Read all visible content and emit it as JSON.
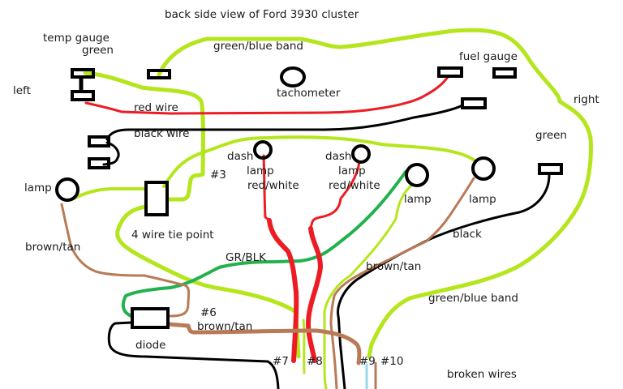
{
  "title": "back side view of Ford 3930 cluster",
  "colors": {
    "lime_green": "#b5e61d",
    "green": "#22b14c",
    "red": "#ed1c24",
    "brown": "#b97a57",
    "black": "#000000",
    "light_blue": "#99d9ea"
  },
  "labels": {
    "temp_gauge": "temp gauge",
    "temp_gauge_green": "green",
    "left": "left",
    "right": "right",
    "green_blue_band_top": "green/blue band",
    "tachometer": "tachometer",
    "fuel_gauge": "fuel gauge",
    "red_wire": "red wire",
    "black_wire": "black wire",
    "green_right": "green",
    "lamp_left": "lamp",
    "num3": "#3",
    "four_wire_tie_point": "4 wire tie point",
    "dash1": "dash",
    "lamp1": "lamp",
    "redwhite1": "red/white",
    "dash2": "dash",
    "lamp2": "lamp",
    "redwhite2": "red/white",
    "lamp_mid": "lamp",
    "lamp_right": "lamp",
    "black": "black",
    "brown_tan_left": "brown/tan",
    "gr_blk": "GR/BLK",
    "brown_tan_mid": "brown/tan",
    "green_blue_band_bottom": "green/blue band",
    "num6": "#6",
    "brown_tan_6": "brown/tan",
    "diode": "diode",
    "num7": "#7",
    "num8": "#8",
    "num9": "#9",
    "num10": "#10",
    "broken_wires": "broken wires"
  }
}
